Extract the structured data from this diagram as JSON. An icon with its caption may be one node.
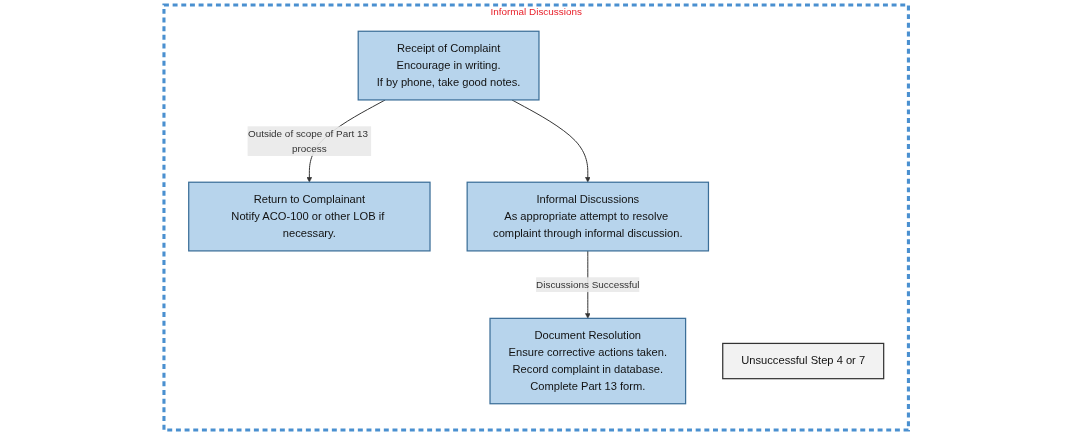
{
  "diagram": {
    "nodes": [
      {
        "text": [
          "Informal Discussions"
        ]
      },
      {
        "text": [
          "Receipt of Complaint",
          "Encourage in writing.",
          "If by phone, take good notes."
        ],
        "in": 0
      },
      {
        "text": [
          "Return to Complainant",
          "Notify ACO-100 or other LOB if necessary."
        ],
        "in": 0
      },
      {
        "text": [
          "Informal Discussions",
          "As appropriate attempt to resolve complaint through informal discussion."
        ],
        "in": 0
      },
      {
        "text": [
          "Document Resolution",
          "Ensure corrective actions taken.",
          "Record complaint in database.",
          "Complete Part 13 form."
        ],
        "in": 0
      },
      {
        "text": [
          "Unsuccessful Step 4 or 7"
        ],
        "in": 0
      }
    ],
    "edges": [
      {
        "from": 1,
        "to": 2,
        "arrow": "to",
        "label": "Outside of scope of Part 13 process"
      },
      {
        "from": 1,
        "to": 3,
        "arrow": "to"
      },
      {
        "from": 3,
        "to": 4,
        "arrow": "to",
        "label": "Discussions Successful"
      }
    ]
  }
}
